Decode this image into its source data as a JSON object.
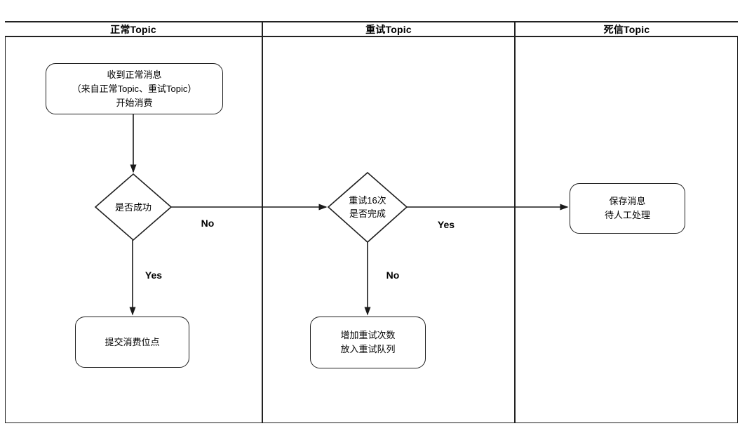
{
  "diagram": {
    "type": "swimlane-flowchart",
    "lanes": [
      {
        "title": "正常Topic"
      },
      {
        "title": "重试Topic"
      },
      {
        "title": "死信Topic"
      }
    ],
    "nodes": {
      "receive": {
        "shape": "rounded-rect",
        "lane": "正常Topic",
        "lines": [
          "收到正常消息",
          "（来自正常Topic、重试Topic）",
          "开始消费"
        ]
      },
      "success_decision": {
        "shape": "diamond",
        "lane": "正常Topic",
        "lines": [
          "是否成功"
        ]
      },
      "commit_offset": {
        "shape": "rounded-rect",
        "lane": "正常Topic",
        "lines": [
          "提交消费位点"
        ]
      },
      "retry_decision": {
        "shape": "diamond",
        "lane": "重试Topic",
        "lines": [
          "重试16次",
          "是否完成"
        ]
      },
      "retry_enqueue": {
        "shape": "rounded-rect",
        "lane": "重试Topic",
        "lines": [
          "增加重试次数",
          "放入重试队列"
        ]
      },
      "dead_letter_save": {
        "shape": "rounded-rect",
        "lane": "死信Topic",
        "lines": [
          "保存消息",
          "待人工处理"
        ]
      }
    },
    "edge_labels": {
      "success_yes": "Yes",
      "success_no": "No",
      "retry_yes": "Yes",
      "retry_no": "No"
    },
    "colors": {
      "stroke": "#000000",
      "background": "#ffffff"
    }
  }
}
